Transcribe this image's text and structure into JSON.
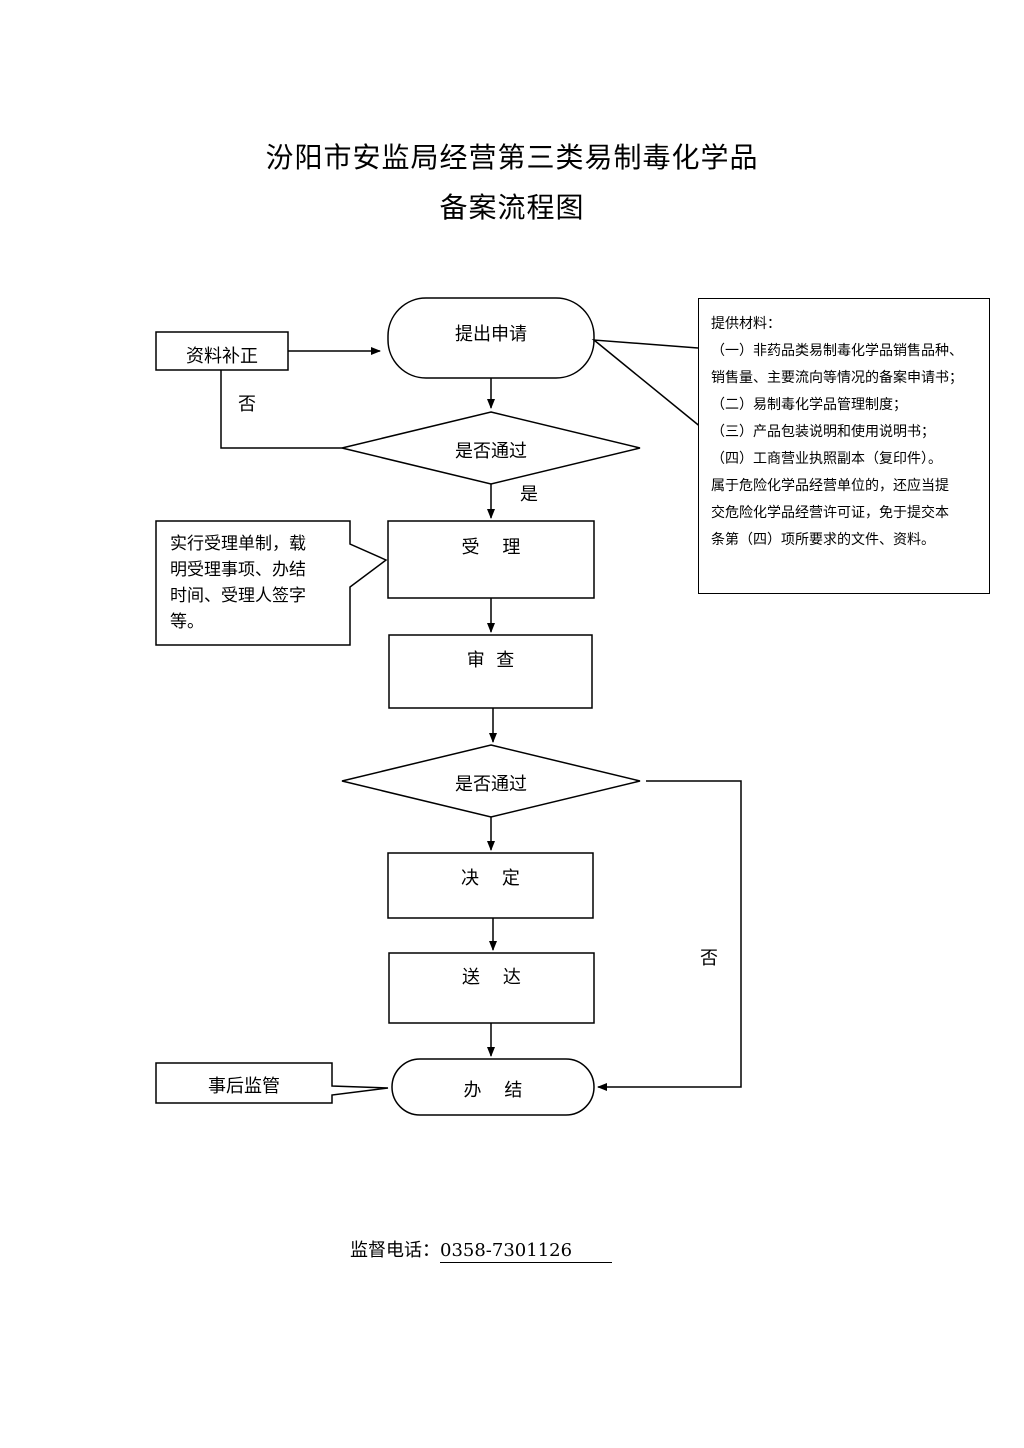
{
  "title": {
    "line1": "汾阳市安监局经营第三类易制毒化学品",
    "line2": "备案流程图"
  },
  "nodes": {
    "submit": "提出申请",
    "supplement": "资料补正",
    "check1": "是否通过",
    "accept": "受    理",
    "review": "审  查",
    "check2": "是否通过",
    "decide": "决    定",
    "deliver": "送    达",
    "finish": "办    结",
    "supervise": "事后监管"
  },
  "edge_labels": {
    "no1": "否",
    "yes1": "是",
    "no2": "否"
  },
  "accept_note": {
    "lines": [
      "实行受理单制，载",
      "明受理事项、办结",
      "时间、受理人签字",
      "等。"
    ]
  },
  "materials": {
    "lines": [
      "提供材料：",
      "（一）非药品类易制毒化学品销售品种、",
      "销售量、主要流向等情况的备案申请书；",
      "（二）易制毒化学品管理制度；",
      "（三）产品包装说明和使用说明书；",
      "（四）工商营业执照副本（复印件）。",
      "属于危险化学品经营单位的，还应当提",
      "交危险化学品经营许可证，免于提交本",
      "条第（四）项所要求的文件、资料。"
    ]
  },
  "footer": {
    "label": "监督电话：",
    "phone": "0358-7301126"
  }
}
